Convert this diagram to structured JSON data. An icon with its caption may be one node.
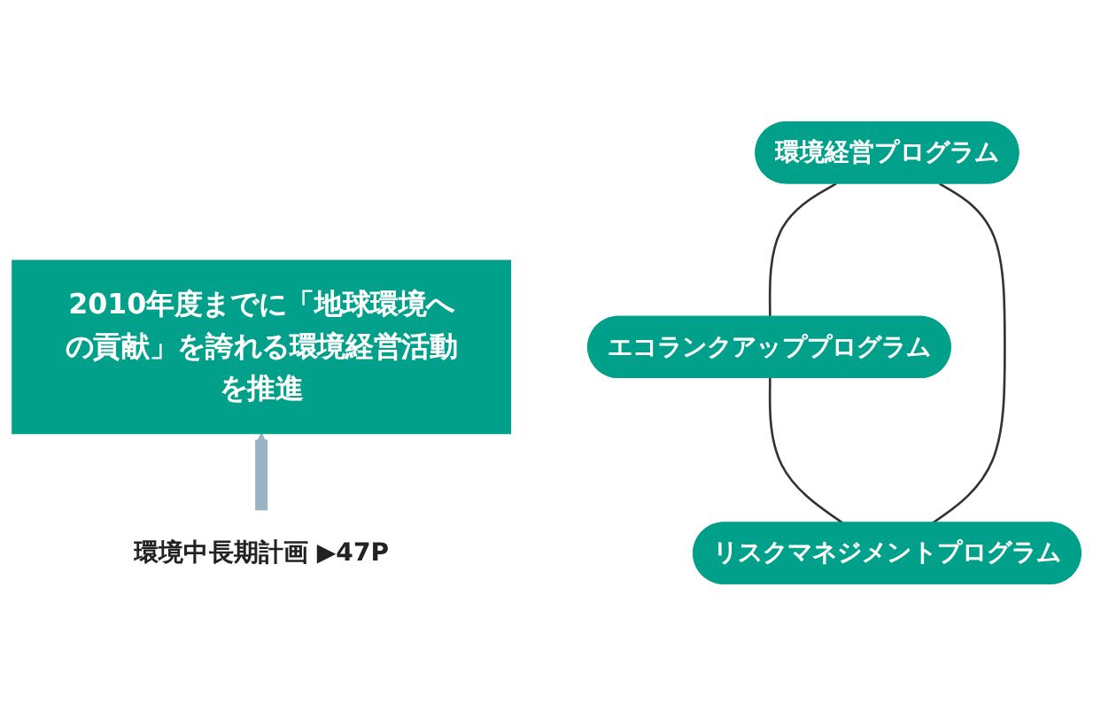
{
  "diagram": {
    "nodes": [
      {
        "text": [
          "2010年度までに「地球環境への貢献」を誇れる環境経営活動を推進"
        ]
      },
      {
        "text": [
          "環境中長期計画 ▶47P"
        ]
      },
      {
        "text": [
          "リスクマネジメントプログラム"
        ]
      },
      {
        "text": [
          "エコランクアッププログラム"
        ]
      },
      {
        "text": [
          "環境経営プログラム"
        ]
      }
    ],
    "edges": [
      {
        "from": 1,
        "to": 0,
        "arrow": "to",
        "style": "thick",
        "color": "#9bb3c2"
      },
      {
        "from": 2,
        "to": 3,
        "arrow": "none"
      },
      {
        "from": 3,
        "to": 4,
        "arrow": "none"
      },
      {
        "from": 4,
        "to": 2,
        "arrow": "none"
      }
    ]
  }
}
